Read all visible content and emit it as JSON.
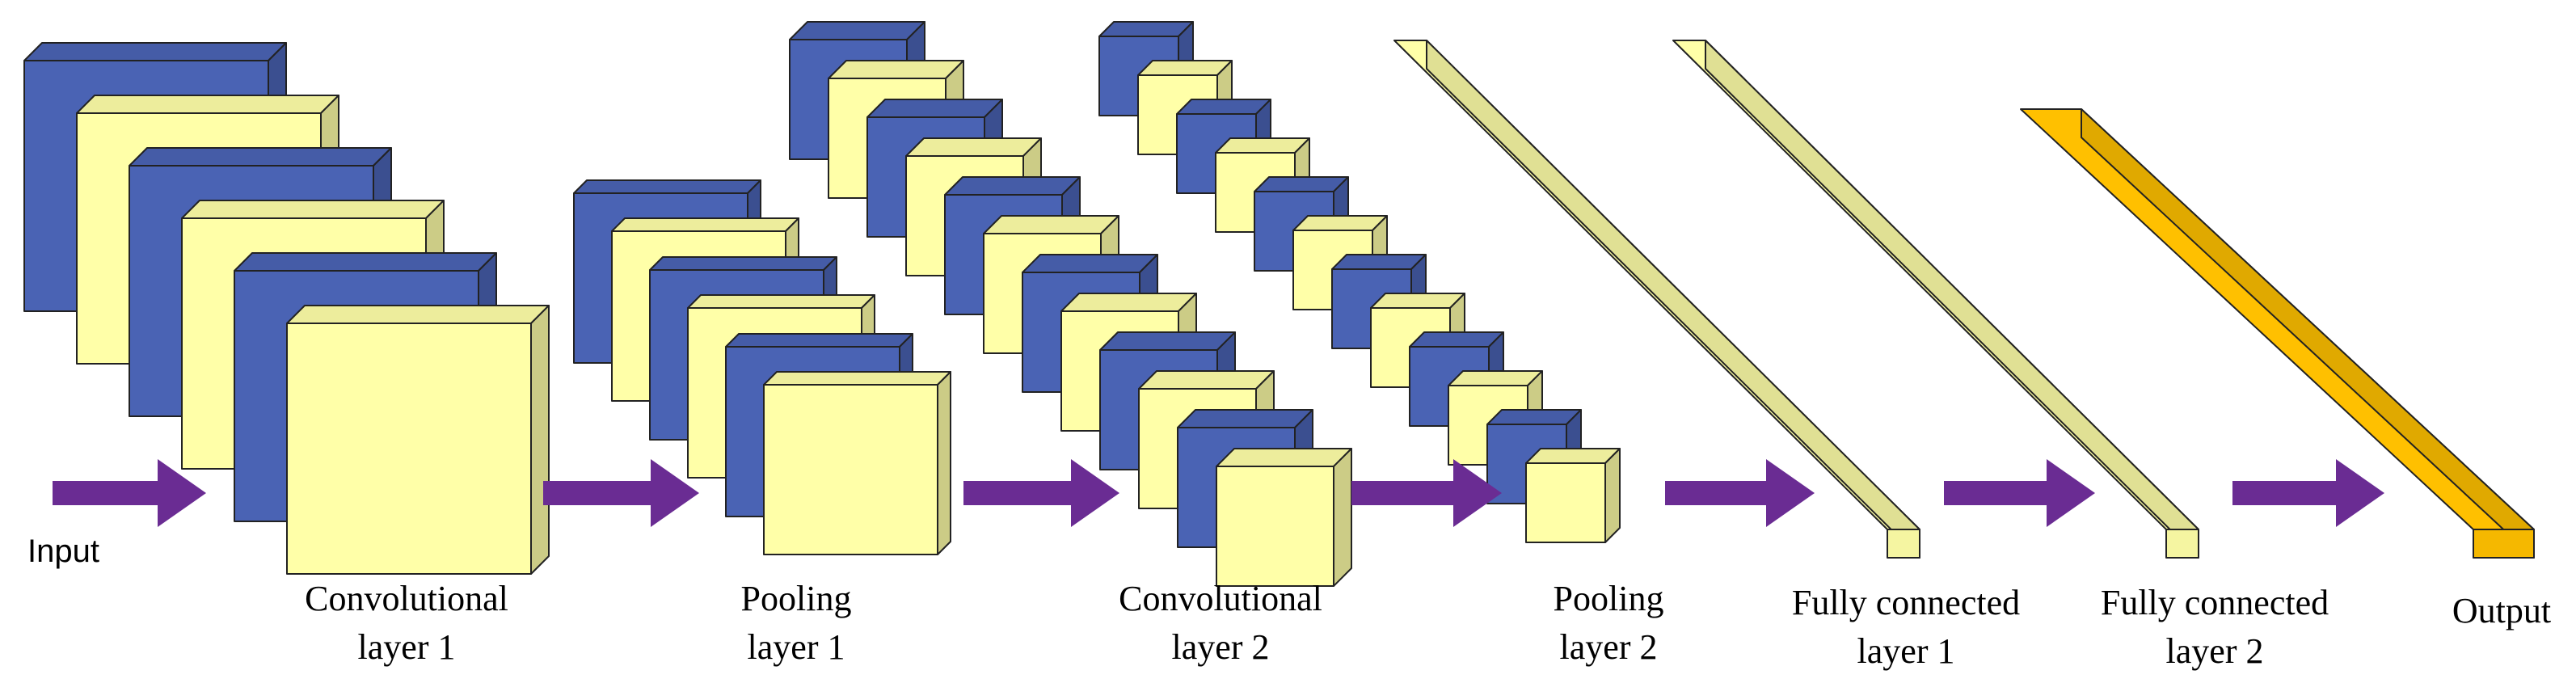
{
  "colors": {
    "blue": "#4a63b4",
    "yellow": "#ffffa8",
    "orange": "#ffc000",
    "arrow": "#6a2c93"
  },
  "labels": {
    "input": "Input",
    "conv1": [
      "Convolutional",
      "layer 1"
    ],
    "pool1": [
      "Pooling",
      "layer 1"
    ],
    "conv2": [
      "Convolutional",
      "layer 2"
    ],
    "pool2": [
      "Pooling",
      "layer 2"
    ],
    "fc1": [
      "Fully connected",
      "layer 1"
    ],
    "fc2": [
      "Fully connected",
      "layer 2"
    ],
    "output": "Output"
  }
}
